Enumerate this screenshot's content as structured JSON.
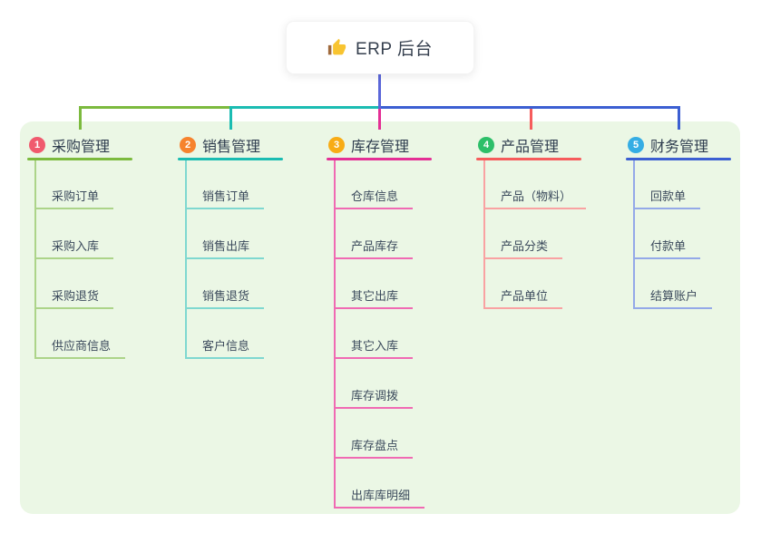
{
  "root": {
    "label": "ERP 后台",
    "icon": "thumbs-up",
    "stem_color": "#5b67d9",
    "card_bg": "#ffffff",
    "text_color": "#353f4e"
  },
  "panel": {
    "bg": "#ebf7e5"
  },
  "branches": [
    {
      "badge": "1",
      "label": "采购管理",
      "badge_color": "#f05a6e",
      "line_color": "#7cba3e",
      "child_line_color": "#acd489",
      "children": [
        "采购订单",
        "采购入库",
        "采购退货",
        "供应商信息"
      ]
    },
    {
      "badge": "2",
      "label": "销售管理",
      "badge_color": "#f6832e",
      "line_color": "#1bbcb2",
      "child_line_color": "#7fd8d0",
      "children": [
        "销售订单",
        "销售出库",
        "销售退货",
        "客户信息"
      ]
    },
    {
      "badge": "3",
      "label": "库存管理",
      "badge_color": "#f8ac15",
      "line_color": "#e42f95",
      "child_line_color": "#f06ab3",
      "children": [
        "仓库信息",
        "产品库存",
        "其它出库",
        "其它入库",
        "库存调拨",
        "库存盘点",
        "出库库明细"
      ]
    },
    {
      "badge": "4",
      "label": "产品管理",
      "badge_color": "#2dbf69",
      "line_color": "#f65c5c",
      "child_line_color": "#f9a2a2",
      "children": [
        "产品（物料）",
        "产品分类",
        "产品单位"
      ]
    },
    {
      "badge": "5",
      "label": "财务管理",
      "badge_color": "#35ade4",
      "line_color": "#3c5fd2",
      "child_line_color": "#94a9e8",
      "children": [
        "回款单",
        "付款单",
        "结算账户"
      ]
    }
  ],
  "child_text_color": "#3b4a5c",
  "branch_label_color": "#2e3c4e"
}
